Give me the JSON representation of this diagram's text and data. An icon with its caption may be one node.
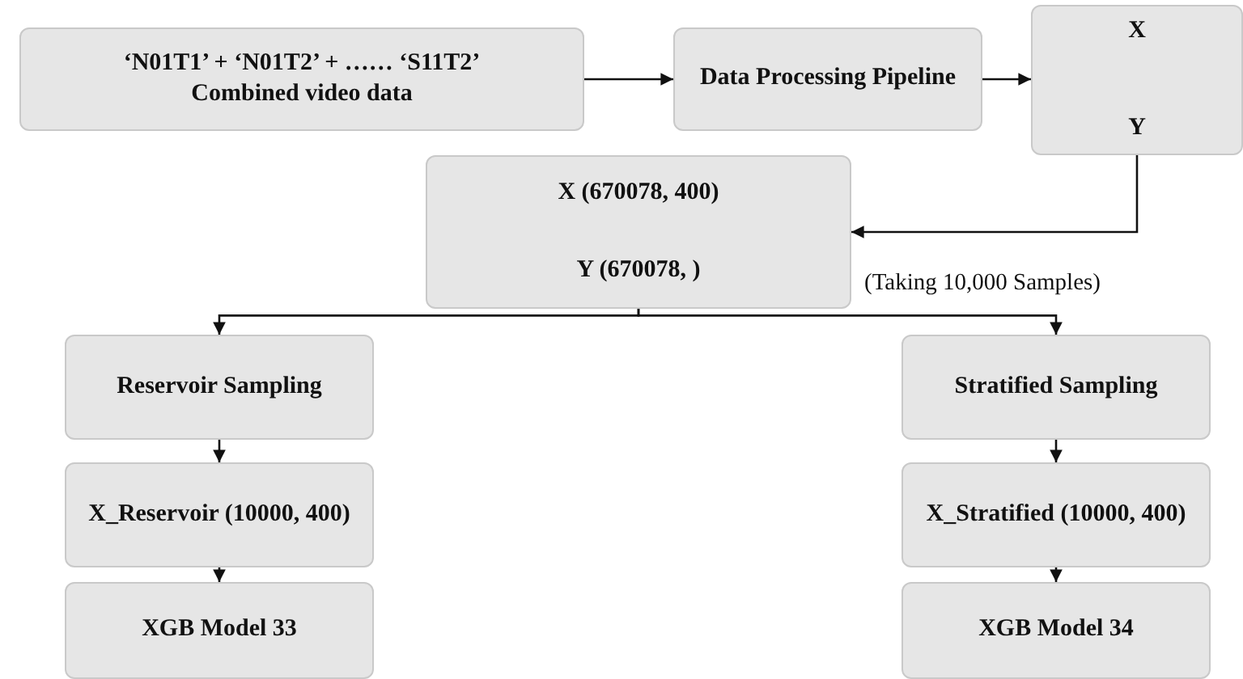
{
  "diagram": {
    "nodes": [
      {
        "text": [
          "‘N01T1’ + ‘N01T2’ + …… ‘S11T2’",
          "Combined video data"
        ]
      },
      {
        "text": [
          "Data Processing Pipeline"
        ]
      },
      {
        "text": [
          "X",
          "Y"
        ]
      },
      {
        "text": [
          "X (670078, 400)",
          "Y (670078, )"
        ]
      },
      {
        "text": [
          "Reservoir Sampling"
        ]
      },
      {
        "text": [
          "X_Reservoir (10000, 400)"
        ]
      },
      {
        "text": [
          "XGB Model 33"
        ]
      },
      {
        "text": [
          "Stratified Sampling"
        ]
      },
      {
        "text": [
          "X_Stratified (10000, 400)"
        ]
      },
      {
        "text": [
          "XGB Model 34"
        ]
      }
    ],
    "edges": [
      {
        "from": 0,
        "to": 1,
        "arrow": "to"
      },
      {
        "from": 1,
        "to": 2,
        "arrow": "to"
      },
      {
        "from": 2,
        "to": 3,
        "arrow": "to"
      },
      {
        "from": 3,
        "to": 4,
        "arrow": "to"
      },
      {
        "from": 3,
        "to": 7,
        "arrow": "to"
      },
      {
        "from": 4,
        "to": 5,
        "arrow": "to"
      },
      {
        "from": 5,
        "to": 6,
        "arrow": "to"
      },
      {
        "from": 7,
        "to": 8,
        "arrow": "to"
      },
      {
        "from": 8,
        "to": 9,
        "arrow": "to"
      }
    ],
    "labels": [
      "(Taking 10,000 Samples)"
    ]
  }
}
